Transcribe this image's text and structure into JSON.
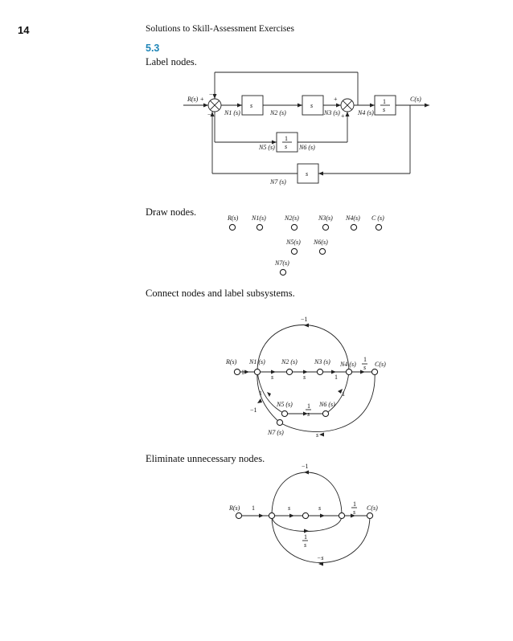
{
  "page": {
    "number": "14",
    "running_head": "Solutions to Skill-Assessment Exercises",
    "section": "5.3"
  },
  "captions": {
    "label": "Label nodes.",
    "draw": "Draw nodes.",
    "connect": "Connect nodes and label subsystems.",
    "eliminate": "Eliminate unnecessary nodes."
  },
  "block_diagram": {
    "input": "R(s)",
    "output": "C(s)",
    "sum1_signs": [
      "+",
      "−",
      "−"
    ],
    "sum2_signs": [
      "+",
      "+"
    ],
    "blocks": [
      "s",
      "s",
      "1/s",
      "1/s",
      "s"
    ],
    "node_labels": [
      "N1 (s)",
      "N2 (s)",
      "N3 (s)",
      "N4 (s)",
      "N5 (s)",
      "N6 (s)",
      "N7 (s)"
    ]
  },
  "nodes_figure": {
    "row1": [
      "R(s)",
      "N1(s)",
      "N2(s)",
      "N3(s)",
      "N4(s)",
      "C (s)"
    ],
    "row2": [
      "N5(s)",
      "N6(s)"
    ],
    "row3": [
      "N7(s)"
    ]
  },
  "flow_graph_full": {
    "nodes": [
      "R(s)",
      "N1 (s)",
      "N2 (s)",
      "N3 (s)",
      "N4 (s)",
      "C(s)",
      "N5 (s)",
      "N6 (s)",
      "N7 (s)"
    ],
    "gains": {
      "r_n1": "1",
      "n1_n2": "s",
      "n2_n3": "s",
      "n3_n4": "1",
      "n4_c": "1/s",
      "top_loop": "−1",
      "n1_n5": "1",
      "n5_n6": "1/s",
      "n6_n4": "1",
      "n7_n1": "−1",
      "c_n7": "s"
    }
  },
  "flow_graph_reduced": {
    "input": "R(s)",
    "output": "C(s)",
    "gains": {
      "in": "1",
      "g1": "s",
      "g2": "s",
      "out": "1/s",
      "top": "−1",
      "mid": "1/s",
      "bottom": "−s"
    }
  }
}
